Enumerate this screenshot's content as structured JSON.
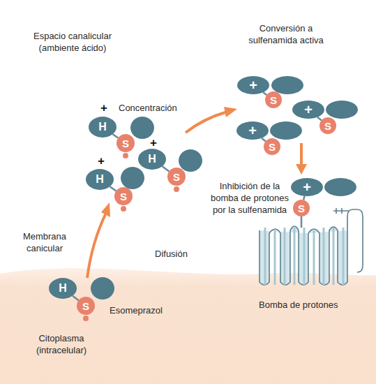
{
  "diagram": {
    "nodes": [
      {
        "text": [
          "H"
        ]
      },
      {
        "text": [
          "S"
        ]
      },
      {
        "text": [
          "H"
        ]
      },
      {
        "text": [
          "S"
        ]
      },
      {
        "text": [
          "H"
        ]
      },
      {
        "text": [
          "S"
        ]
      },
      {
        "text": [
          "+"
        ]
      },
      {
        "text": [
          "S"
        ]
      },
      {
        "text": [
          "+"
        ]
      },
      {
        "text": [
          "S"
        ]
      },
      {
        "text": [
          "+"
        ]
      },
      {
        "text": [
          "S"
        ]
      },
      {
        "text": [
          "+"
        ]
      },
      {
        "text": [
          "S"
        ]
      },
      {
        "text": [
          "H"
        ]
      },
      {
        "text": [
          "S"
        ]
      }
    ],
    "edges": [
      {
        "from": 0,
        "to": 1,
        "arrow": "none"
      },
      {
        "from": 2,
        "to": 3,
        "arrow": "none"
      },
      {
        "from": 4,
        "to": 5,
        "arrow": "none"
      },
      {
        "from": 6,
        "to": 7,
        "arrow": "none"
      },
      {
        "from": 8,
        "to": 9,
        "arrow": "none"
      },
      {
        "from": 10,
        "to": 11,
        "arrow": "none"
      },
      {
        "from": 12,
        "to": 13,
        "arrow": "none"
      },
      {
        "from": 14,
        "to": 15,
        "arrow": "none"
      }
    ],
    "labels": [
      "Espacio canalicular (ambiente ácido)",
      "Conversión a sulfenamida activa",
      "+",
      "Concentración",
      "+",
      "+",
      "Inhibición de la bomba de protones por la sulfenamida",
      "Membrana canicular",
      "Difusión",
      "Esomeprazol",
      "Citoplasma (intracelular)",
      "Bomba de protones"
    ]
  }
}
